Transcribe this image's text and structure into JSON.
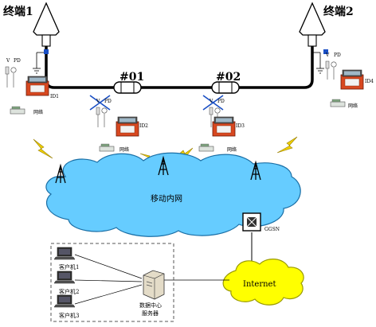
{
  "terminals": {
    "left": "终端1",
    "right": "终端2"
  },
  "joints": {
    "first": "#01",
    "second": "#02"
  },
  "sensor_labels": {
    "voltage": "V",
    "pd": "PD"
  },
  "devices": {
    "id1": "ID1",
    "id2": "ID2",
    "id3": "ID3",
    "id4": "ID4",
    "gateway": "网络"
  },
  "network": {
    "mobile": "移动内网",
    "ggsn": "GGSN",
    "internet": "Internet"
  },
  "clients": {
    "c1": "客户机1",
    "c2": "客户机2",
    "c3": "客户机3"
  },
  "server": {
    "line1": "数据中心",
    "line2": "服务器"
  },
  "colors": {
    "cloud": "#66ccff",
    "internet": "#ffff00",
    "lightning": "#f0d000",
    "cross": "#1a4fc4",
    "case": "#d84820"
  }
}
